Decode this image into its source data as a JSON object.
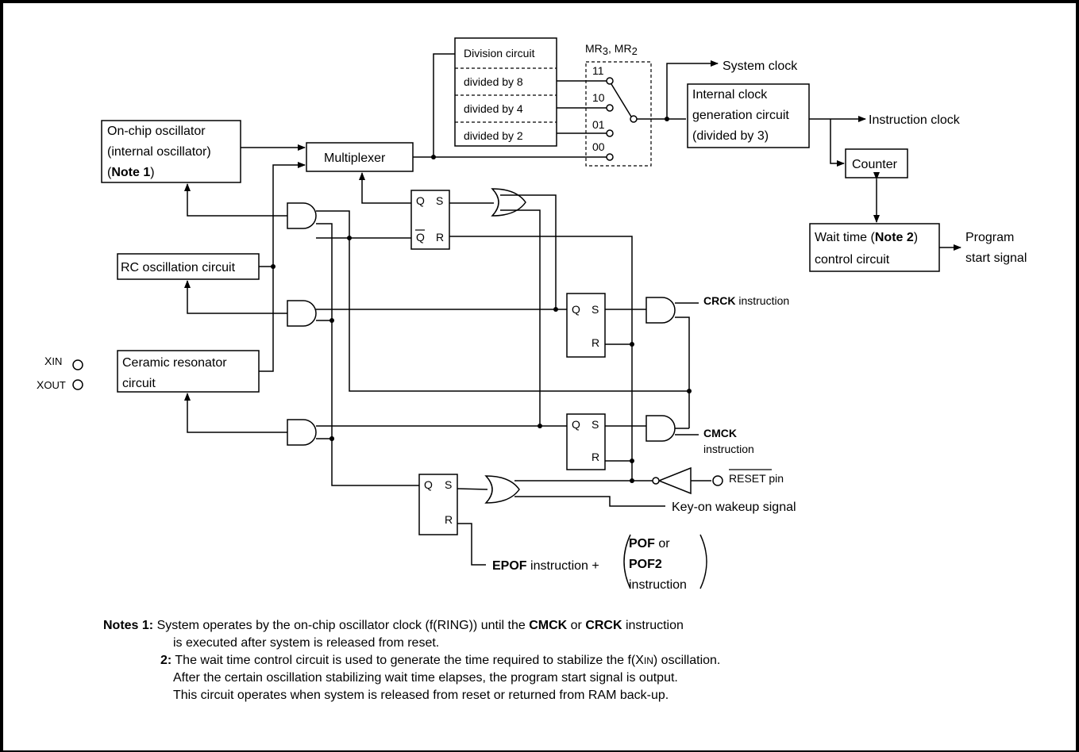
{
  "blocks": {
    "on_chip_oscillator": [
      "On-chip oscillator",
      "(internal oscillator)",
      "(",
      "Note 1",
      ")"
    ],
    "multiplexer": "Multiplexer",
    "division": [
      "Division circuit",
      "divided by 8",
      "divided by 4",
      "divided by 2"
    ],
    "mr_label": [
      "MR",
      "3",
      ", MR",
      "2"
    ],
    "switch_codes": [
      "11",
      "10",
      "01",
      "00"
    ],
    "system_clock": "System clock",
    "internal_clock": [
      "Internal clock",
      "generation circuit",
      "(divided by 3)"
    ],
    "instruction_clock": "Instruction clock",
    "counter": "Counter",
    "wait_time": [
      "Wait time (",
      "Note 2",
      ")",
      "control circuit"
    ],
    "program_start": [
      "Program",
      "start signal"
    ],
    "rc_circuit": "RC oscillation circuit",
    "ceramic": [
      "Ceramic resonator",
      "circuit"
    ],
    "xin": [
      "X",
      "IN"
    ],
    "xout": [
      "X",
      "OUT"
    ],
    "crck": [
      "CRCK",
      " instruction"
    ],
    "cmck": [
      "CMCK",
      "instruction"
    ],
    "reset": [
      "RESET",
      " pin"
    ],
    "keyon": "Key-on wakeup signal",
    "epof": [
      "EPOF",
      " instruction +"
    ],
    "pof": [
      "POF",
      " or",
      "POF2",
      "instruction"
    ],
    "ff": {
      "q": "Q",
      "s": "S",
      "r": "R"
    }
  },
  "notes": {
    "n1_head": "Notes 1:",
    "n1_a": " System operates by the on-chip oscillator clock (f(RING)) until the ",
    "n1_b": "CMCK",
    "n1_c": " or ",
    "n1_d": "CRCK",
    "n1_e": " instruction",
    "n1_line2": "is executed after system is released from reset.",
    "n2_head": "2:",
    "n2_a": " The wait time control circuit is used to generate the time required to stabilize the f(X",
    "n2_sub": "IN",
    "n2_b": ") oscillation.",
    "n2_line2": "After the certain oscillation stabilizing wait time elapses, the program start signal is output.",
    "n2_line3": "This circuit operates when system is released from reset or returned from RAM back-up."
  }
}
